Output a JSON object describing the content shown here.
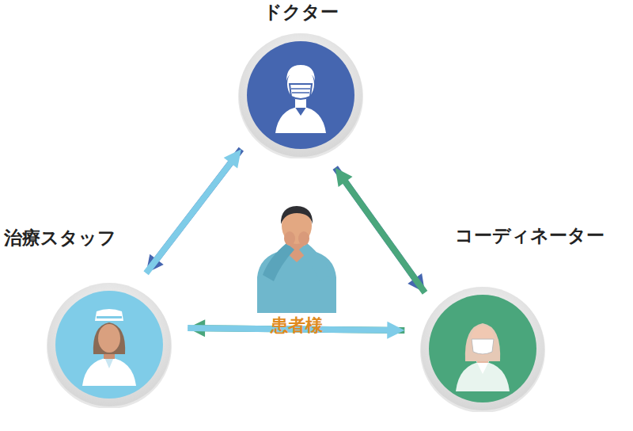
{
  "diagram": {
    "nodes": [
      {
        "text": [
          "ドクター"
        ]
      },
      {
        "text": [
          "治療スタッフ"
        ]
      },
      {
        "text": [
          "コーディネーター"
        ]
      }
    ],
    "edges": [
      {
        "from": 0,
        "to": 1,
        "arrow": "to"
      },
      {
        "from": 1,
        "to": 0,
        "arrow": "to"
      },
      {
        "from": 0,
        "to": 2,
        "arrow": "to"
      },
      {
        "from": 2,
        "to": 0,
        "arrow": "to"
      },
      {
        "from": 2,
        "to": 1,
        "arrow": "to"
      },
      {
        "from": 1,
        "to": 2,
        "arrow": "to"
      }
    ],
    "labels": [
      "患者様"
    ]
  }
}
